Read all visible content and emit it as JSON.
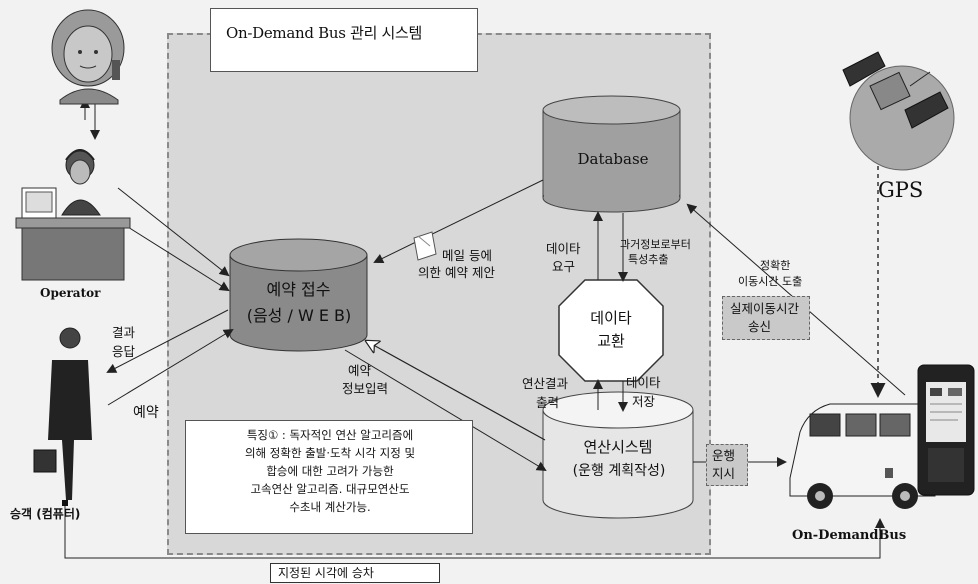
{
  "system_title": "On-Demand Bus 관리 시스템",
  "database_label": "Database",
  "reservation": {
    "line1": "예약 접수",
    "line2": "(음성 / W E B)"
  },
  "exchange": {
    "line1": "데이타",
    "line2": "교환"
  },
  "computation": {
    "line1": "연산시스템",
    "line2": "(운행 계획작성)"
  },
  "email_proposal": {
    "line1": "메일 등에",
    "line2": "의한 예약 제안"
  },
  "data_request": {
    "line1": "데이타",
    "line2": "요구"
  },
  "past_info": {
    "line1": "과거정보로부터",
    "line2": "특성추출"
  },
  "accurate_time": {
    "line1": "정확한",
    "line2": "이동시간 도출"
  },
  "actual_time": {
    "line1": "실제이동시간",
    "line2": "송신"
  },
  "result_output": {
    "line1": "연산결과",
    "line2": "출력"
  },
  "data_store": {
    "line1": "데이타",
    "line2": "저장"
  },
  "reservation_input": {
    "line1": "예약",
    "line2": "정보입력"
  },
  "result_reply": {
    "line1": "결과",
    "line2": "응답"
  },
  "reservation_label": "예약",
  "operation_instruction": {
    "line1": "운행",
    "line2": "지시"
  },
  "note": [
    "특징① : 독자적인 연산 알고리즘에",
    "의해 정확한 출발·도착 시각 지정 및",
    "합승에 대한 고려가 가능한",
    "고속연산 알고리즘. 대규모연산도",
    "수초내 계산가능."
  ],
  "operator_label": "Operator",
  "passenger_label": "승객 (컴퓨터)",
  "gps_label": "GPS",
  "bus_label": "On-DemandBus",
  "boarding_label": "지정된 시각에 승차",
  "colors": {
    "frame": "#d8d8d8",
    "cylinder": "#a8a8a8",
    "dark_cylinder": "#7c7c7c",
    "background": "#f2f2f2"
  }
}
